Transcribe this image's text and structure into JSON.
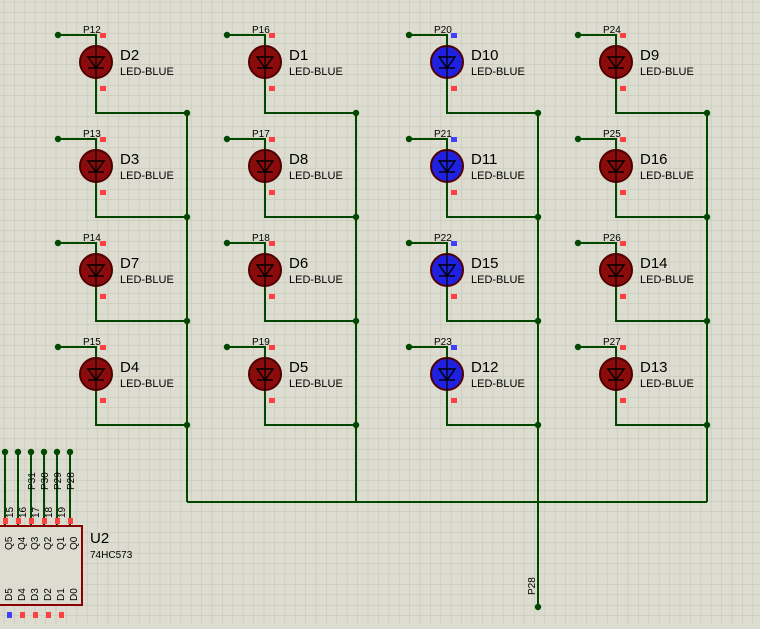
{
  "colors": {
    "background": "#dcdcd0",
    "grid": "#c8c8b8",
    "wire": "#004800",
    "led_off_fill": "#8a0c0c",
    "led_on_fill": "#2020e0",
    "led_ring": "#500000",
    "pin_red": "#ff4040",
    "pin_blue": "#4040ff",
    "chip_outline": "#8b0000",
    "text": "#000000"
  },
  "leds": [
    {
      "ref": "D2",
      "type": "LED-BLUE",
      "net": "P12",
      "lit": false
    },
    {
      "ref": "D1",
      "type": "LED-BLUE",
      "net": "P16",
      "lit": false
    },
    {
      "ref": "D10",
      "type": "LED-BLUE",
      "net": "P20",
      "lit": true
    },
    {
      "ref": "D9",
      "type": "LED-BLUE",
      "net": "P24",
      "lit": false
    },
    {
      "ref": "D3",
      "type": "LED-BLUE",
      "net": "P13",
      "lit": false
    },
    {
      "ref": "D8",
      "type": "LED-BLUE",
      "net": "P17",
      "lit": false
    },
    {
      "ref": "D11",
      "type": "LED-BLUE",
      "net": "P21",
      "lit": true
    },
    {
      "ref": "D16",
      "type": "LED-BLUE",
      "net": "P25",
      "lit": false
    },
    {
      "ref": "D7",
      "type": "LED-BLUE",
      "net": "P14",
      "lit": false
    },
    {
      "ref": "D6",
      "type": "LED-BLUE",
      "net": "P18",
      "lit": false
    },
    {
      "ref": "D15",
      "type": "LED-BLUE",
      "net": "P22",
      "lit": true
    },
    {
      "ref": "D14",
      "type": "LED-BLUE",
      "net": "P26",
      "lit": false
    },
    {
      "ref": "D4",
      "type": "LED-BLUE",
      "net": "P15",
      "lit": false
    },
    {
      "ref": "D5",
      "type": "LED-BLUE",
      "net": "P19",
      "lit": false
    },
    {
      "ref": "D12",
      "type": "LED-BLUE",
      "net": "P23",
      "lit": true
    },
    {
      "ref": "D13",
      "type": "LED-BLUE",
      "net": "P27",
      "lit": false
    }
  ],
  "chip": {
    "ref": "U2",
    "type": "74HC573",
    "top_pins": [
      "Q5",
      "Q4",
      "Q3",
      "Q2",
      "Q1",
      "Q0"
    ],
    "bottom_pins": [
      "D5",
      "D4",
      "D3",
      "D2",
      "D1",
      "D0"
    ],
    "top_pin_numbers": [
      "15",
      "16",
      "17",
      "18",
      "19"
    ],
    "top_nets": [
      "P31",
      "P30",
      "P29",
      "P28"
    ]
  },
  "common_net": "P28"
}
